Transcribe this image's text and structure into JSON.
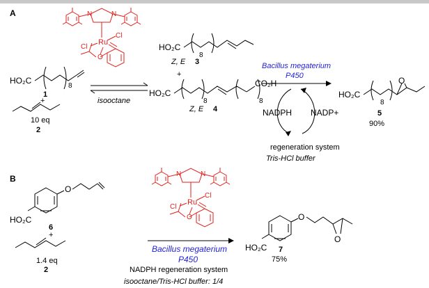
{
  "panel_a": {
    "label": "A",
    "reactant_1": {
      "formula": "HO₂C",
      "repeat": "8",
      "number": "1"
    },
    "plus_1": "+",
    "reactant_2": {
      "equiv": "10 eq",
      "number": "2"
    },
    "solvent": "isooctane",
    "product_3": {
      "formula": "HO₂C",
      "repeat": "8",
      "stereo": "Z, E",
      "number": "3"
    },
    "plus_2": "+",
    "product_4": {
      "left": "HO₂C",
      "right": "CO₂H",
      "repeat_left": "8",
      "repeat_right": "8",
      "stereo": "Z, E",
      "number": "4"
    },
    "enzyme_line1": "Bacillus megaterium",
    "enzyme_line2": "P450",
    "cofactor_left": "NADPH",
    "cofactor_right": "NADP+",
    "regeneration": "regeneration system",
    "buffer": "Tris-HCl buffer",
    "product_5": {
      "formula": "HO₂C",
      "repeat": "8",
      "epoxide_o": "O",
      "number": "5",
      "yield": "90%"
    }
  },
  "panel_b": {
    "label": "B",
    "reactant_6": {
      "formula": "HO₂C",
      "ether_o": "O",
      "number": "6"
    },
    "plus": "+",
    "reactant_2": {
      "equiv": "1.4 eq",
      "number": "2"
    },
    "enzyme_line1": "Bacillus megaterium",
    "enzyme_line2": "P450",
    "regeneration": "NADPH regeneration system",
    "buffer": "isooctane/Tris-HCl buffer: 1/4",
    "product_7": {
      "formula": "HO₂C",
      "ether_o": "O",
      "epoxide_o": "O",
      "number": "7",
      "yield": "75%"
    }
  },
  "catalyst": {
    "metal": "Ru",
    "ligand_1": "Cl",
    "ligand_2": "Cl",
    "oxygen": "O",
    "n_left": "N",
    "n_right": "N"
  },
  "colors": {
    "catalyst": "#e0201c",
    "enzyme": "#1f1fd6",
    "topbar": "#c8c8c8"
  }
}
